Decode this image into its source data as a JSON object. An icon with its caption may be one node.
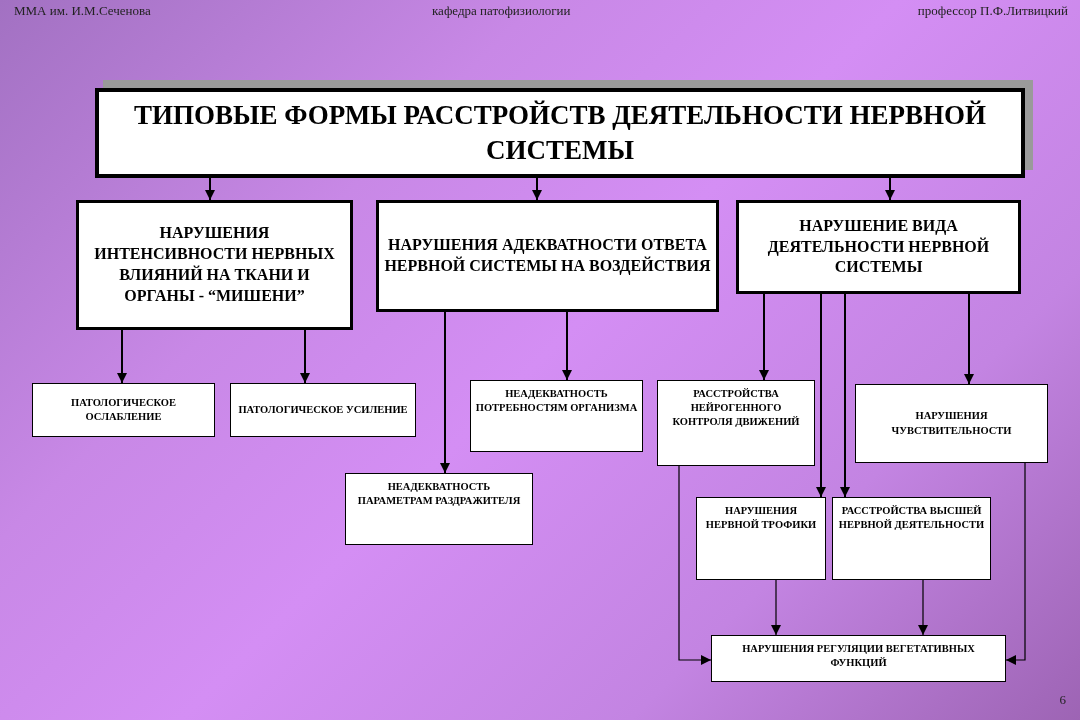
{
  "diagram": {
    "nodes": [
      {
        "text": [
          "ТИПОВЫЕ ФОРМЫ РАССТРОЙСТВ ДЕЯТЕЛЬНОСТИ НЕРВНОЙ СИСТЕМЫ"
        ]
      },
      {
        "text": [
          "НАРУШЕНИЯ ИНТЕНСИВНОСТИ НЕРВНЫХ ВЛИЯНИЙ НА ТКАНИ И ОРГАНЫ - “МИШЕНИ”"
        ]
      },
      {
        "text": [
          "НАРУШЕНИЯ АДЕКВАТНОСТИ ОТВЕТА НЕРВНОЙ СИСТЕМЫ НА ВОЗДЕЙСТВИЯ"
        ]
      },
      {
        "text": [
          "НАРУШЕНИЕ ВИДА ДЕЯТЕЛЬНОСТИ НЕРВНОЙ СИСТЕМЫ"
        ]
      },
      {
        "text": [
          "ПАТОЛОГИЧЕСКОЕ ОСЛАБЛЕНИЕ"
        ]
      },
      {
        "text": [
          "ПАТОЛОГИЧЕСКОЕ УСИЛЕНИЕ"
        ]
      },
      {
        "text": [
          "НЕАДЕКВАТНОСТЬ ПОТРЕБНОСТЯМ ОРГАНИЗМА"
        ]
      },
      {
        "text": [
          "РАССТРОЙСТВА НЕЙРОГЕННОГО КОНТРОЛЯ ДВИЖЕНИЙ"
        ]
      },
      {
        "text": [
          "НАРУШЕНИЯ ЧУВСТВИТЕЛЬНОСТИ"
        ]
      },
      {
        "text": [
          "НЕАДЕКВАТНОСТЬ ПАРАМЕТРАМ РАЗДРАЖИТЕЛЯ"
        ]
      },
      {
        "text": [
          "НАРУШЕНИЯ НЕРВНОЙ ТРОФИКИ"
        ]
      },
      {
        "text": [
          "РАССТРОЙСТВА ВЫСШЕЙ НЕРВНОЙ ДЕЯТЕЛЬНОСТИ"
        ]
      },
      {
        "text": [
          "НАРУШЕНИЯ РЕГУЛЯЦИИ ВЕГЕТАТИВНЫХ ФУНКЦИЙ"
        ]
      }
    ],
    "edges": [
      {
        "from": 0,
        "to": 1,
        "arrow": "to"
      },
      {
        "from": 0,
        "to": 2,
        "arrow": "to"
      },
      {
        "from": 0,
        "to": 3,
        "arrow": "to"
      },
      {
        "from": 1,
        "to": 4,
        "arrow": "to"
      },
      {
        "from": 1,
        "to": 5,
        "arrow": "to"
      },
      {
        "from": 2,
        "to": 9,
        "arrow": "to"
      },
      {
        "from": 2,
        "to": 6,
        "arrow": "to"
      },
      {
        "from": 3,
        "to": 7,
        "arrow": "to"
      },
      {
        "from": 3,
        "to": 10,
        "arrow": "to"
      },
      {
        "from": 3,
        "to": 11,
        "arrow": "to"
      },
      {
        "from": 3,
        "to": 8,
        "arrow": "to"
      },
      {
        "from": 7,
        "to": 12,
        "arrow": "to"
      },
      {
        "from": 10,
        "to": 12,
        "arrow": "to"
      },
      {
        "from": 11,
        "to": 12,
        "arrow": "to"
      },
      {
        "from": 8,
        "to": 12,
        "arrow": "to"
      }
    ],
    "labels": [
      "ММА им. И.М.Сеченова",
      "кафедра патофизиологии",
      "профессор П.Ф.Литвицкий",
      "6"
    ]
  }
}
